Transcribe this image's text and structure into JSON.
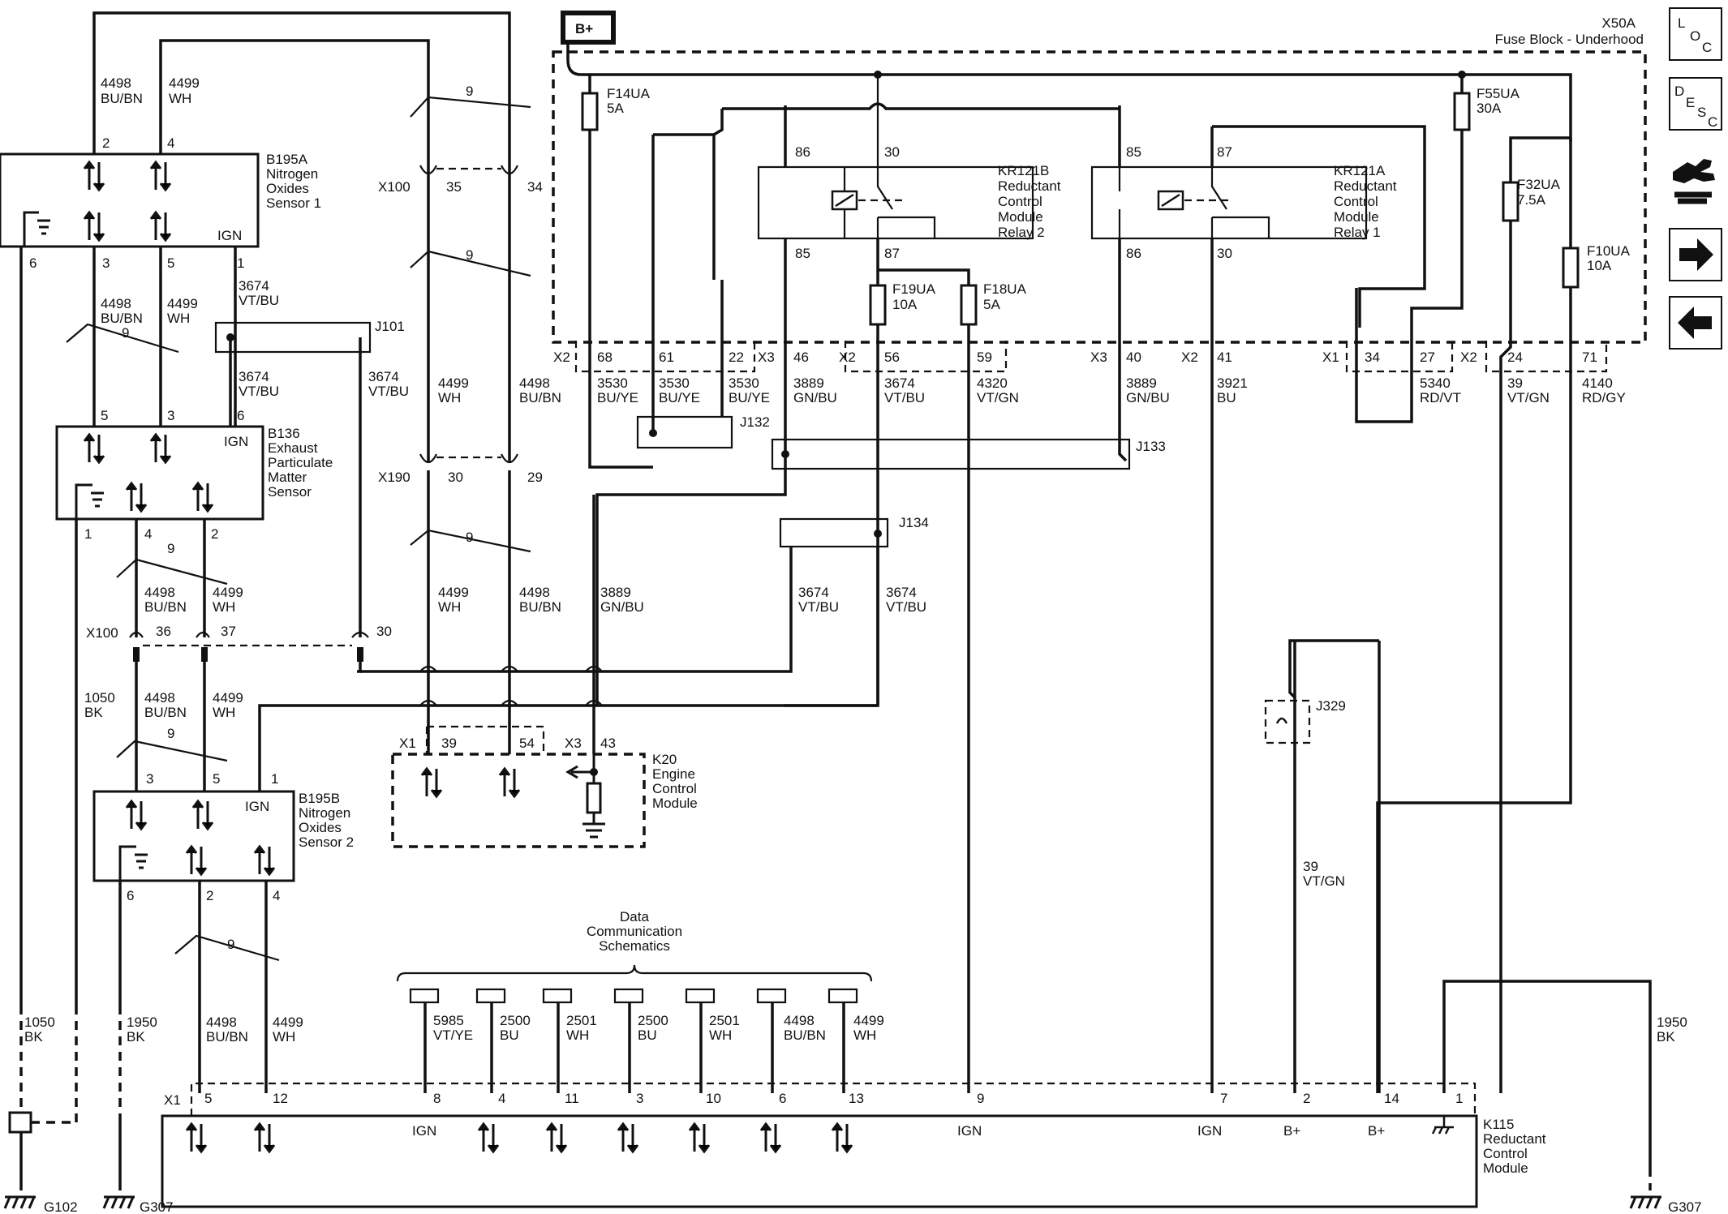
{
  "nav": {
    "loc": [
      "L",
      "O",
      "C"
    ],
    "desc": [
      "D",
      "E",
      "S",
      "C"
    ]
  },
  "bplus": "B+",
  "fuse_block": {
    "id": "X50A",
    "name": "Fuse Block - Underhood"
  },
  "fuses": [
    {
      "id": "F14UA",
      "amp": "5A"
    },
    {
      "id": "F55UA",
      "amp": "30A"
    },
    {
      "id": "F32UA",
      "amp": "7.5A"
    },
    {
      "id": "F10UA",
      "amp": "10A"
    },
    {
      "id": "F19UA",
      "amp": "10A"
    },
    {
      "id": "F18UA",
      "amp": "5A"
    }
  ],
  "relays": [
    {
      "id": "KR121B",
      "l1": "Reductant",
      "l2": "Control",
      "l3": "Module",
      "l4": "Relay 2",
      "pins": [
        "86",
        "30",
        "85",
        "87"
      ]
    },
    {
      "id": "KR121A",
      "l1": "Reductant",
      "l2": "Control",
      "l3": "Module",
      "l4": "Relay 1",
      "pins": [
        "85",
        "87",
        "86",
        "30"
      ]
    }
  ],
  "components": {
    "b195a": {
      "id": "B195A",
      "l1": "Nitrogen",
      "l2": "Oxides",
      "l3": "Sensor 1",
      "ign": "IGN",
      "pins": [
        "2",
        "4",
        "6",
        "3",
        "5",
        "1"
      ]
    },
    "b136": {
      "id": "B136",
      "l1": "Exhaust",
      "l2": "Particulate",
      "l3": "Matter",
      "l4": "Sensor",
      "ign": "IGN",
      "pins": [
        "5",
        "3",
        "6",
        "1",
        "4",
        "2"
      ]
    },
    "b195b": {
      "id": "B195B",
      "l1": "Nitrogen",
      "l2": "Oxides",
      "l3": "Sensor 2",
      "ign": "IGN",
      "pins": [
        "3",
        "5",
        "1",
        "6",
        "2",
        "4"
      ]
    },
    "k20": {
      "id": "K20",
      "l1": "Engine",
      "l2": "Control",
      "l3": "Module"
    },
    "k115": {
      "id": "K115",
      "l1": "Reductant",
      "l2": "Control",
      "l3": "Module"
    }
  },
  "connectors": {
    "x100a": {
      "id": "X100",
      "p1": "35",
      "p2": "34"
    },
    "x190": {
      "id": "X190",
      "p1": "30",
      "p2": "29"
    },
    "x100b": {
      "id": "X100",
      "p1": "36",
      "p2": "37",
      "p3": "30"
    },
    "k20_x1": {
      "id": "X1",
      "p1": "39",
      "p2": "54"
    },
    "k20_x3": {
      "id": "X3",
      "p1": "43"
    }
  },
  "fuse_block_pins": [
    {
      "conn": "X2",
      "pin": "68",
      "circuit": "3530",
      "color": "BU/YE"
    },
    {
      "conn": "",
      "pin": "61",
      "circuit": "3530",
      "color": "BU/YE"
    },
    {
      "conn": "",
      "pin": "22",
      "circuit": "3530",
      "color": "BU/YE"
    },
    {
      "conn": "X3",
      "pin": "46",
      "circuit": "3889",
      "color": "GN/BU"
    },
    {
      "conn": "X2",
      "pin": "56",
      "circuit": "3674",
      "color": "VT/BU"
    },
    {
      "conn": "",
      "pin": "59",
      "circuit": "4320",
      "color": "VT/GN"
    },
    {
      "conn": "X3",
      "pin": "40",
      "circuit": "3889",
      "color": "GN/BU"
    },
    {
      "conn": "X2",
      "pin": "41",
      "circuit": "3921",
      "color": "BU"
    },
    {
      "conn": "X1",
      "pin": "34",
      "circuit": "",
      "color": ""
    },
    {
      "conn": "",
      "pin": "27",
      "circuit": "5340",
      "color": "RD/VT"
    },
    {
      "conn": "X2",
      "pin": "24",
      "circuit": "39",
      "color": "VT/GN"
    },
    {
      "conn": "",
      "pin": "71",
      "circuit": "4140",
      "color": "RD/GY"
    }
  ],
  "splices": [
    "J101",
    "J132",
    "J133",
    "J134",
    "J329"
  ],
  "wires": [
    {
      "circuit": "4498",
      "color": "BU/BN"
    },
    {
      "circuit": "4499",
      "color": "WH"
    },
    {
      "circuit": "3674",
      "color": "VT/BU"
    },
    {
      "circuit": "3889",
      "color": "GN/BU"
    },
    {
      "circuit": "1050",
      "color": "BK"
    },
    {
      "circuit": "1950",
      "color": "BK"
    },
    {
      "circuit": "39",
      "color": "VT/GN"
    }
  ],
  "twist": "9",
  "data_comm": {
    "l1": "Data",
    "l2": "Communication",
    "l3": "Schematics"
  },
  "data_comm_wires": [
    {
      "circuit": "5985",
      "color": "VT/YE"
    },
    {
      "circuit": "2500",
      "color": "BU"
    },
    {
      "circuit": "2501",
      "color": "WH"
    },
    {
      "circuit": "2500",
      "color": "BU"
    },
    {
      "circuit": "2501",
      "color": "WH"
    },
    {
      "circuit": "4498",
      "color": "BU/BN"
    },
    {
      "circuit": "4499",
      "color": "WH"
    }
  ],
  "k115_pins": {
    "conn": "X1",
    "pins": [
      "5",
      "12",
      "8",
      "4",
      "11",
      "3",
      "10",
      "6",
      "13",
      "9",
      "7",
      "2",
      "14",
      "1"
    ],
    "ign": "IGN",
    "bplus": "B+"
  },
  "grounds": [
    "G102",
    "G307",
    "G307"
  ]
}
